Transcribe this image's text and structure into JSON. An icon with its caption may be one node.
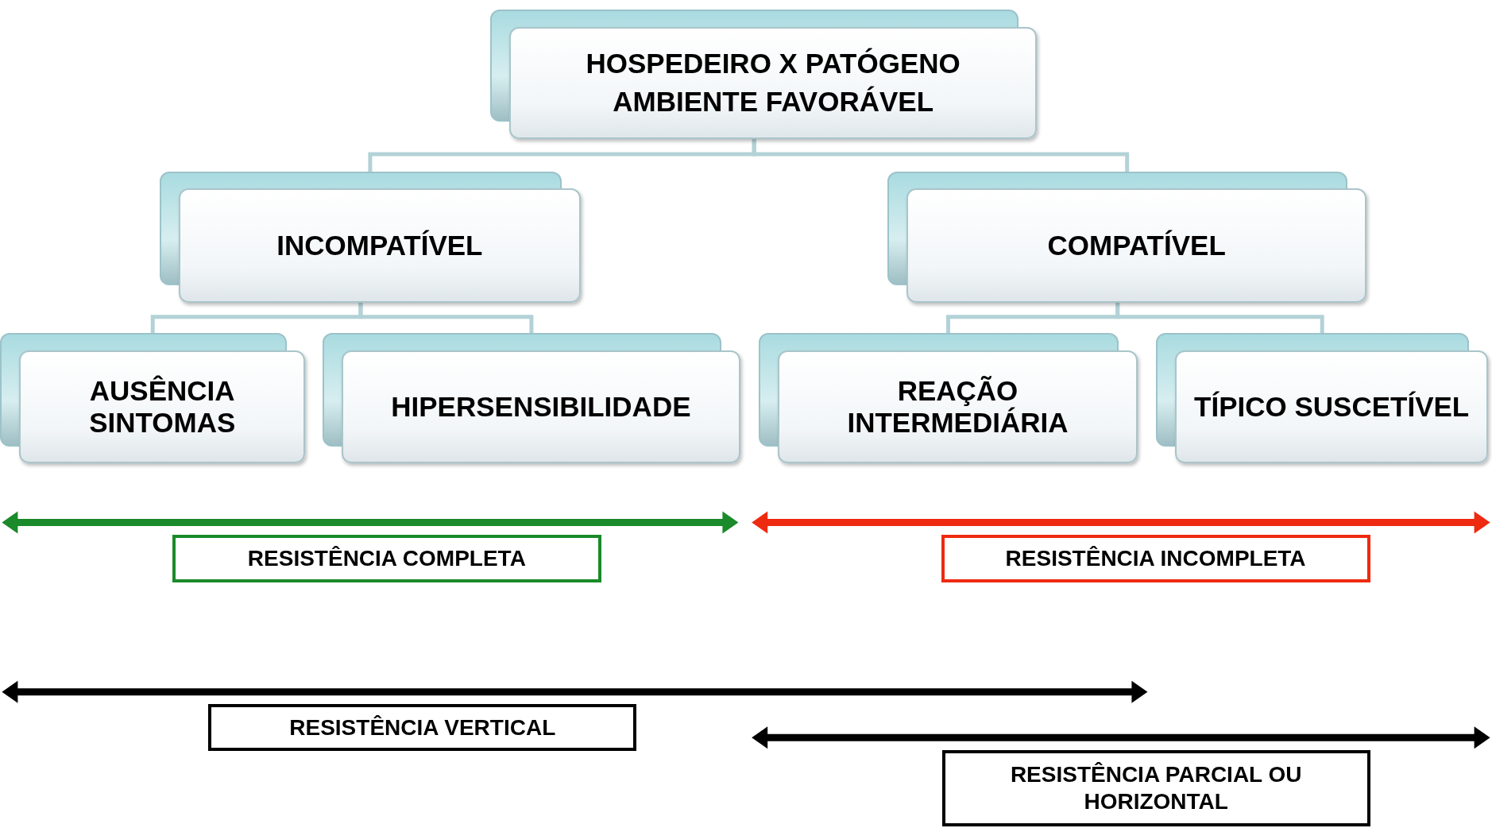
{
  "diagram": {
    "nodes": [
      {
        "text": [
          "HOSPEDEIRO X PATÓGENO",
          "AMBIENTE FAVORÁVEL"
        ]
      },
      {
        "text": [
          "INCOMPATÍVEL"
        ]
      },
      {
        "text": [
          "COMPATÍVEL"
        ]
      },
      {
        "text": [
          "AUSÊNCIA SINTOMAS"
        ]
      },
      {
        "text": [
          "HIPERSENSIBILIDADE"
        ]
      },
      {
        "text": [
          "REAÇÃO INTERMEDIÁRIA"
        ]
      },
      {
        "text": [
          "TÍPICO SUSCETÍVEL"
        ]
      },
      {
        "text": [
          "RESISTÊNCIA COMPLETA"
        ]
      },
      {
        "text": [
          "RESISTÊNCIA INCOMPLETA"
        ]
      },
      {
        "text": [
          "RESISTÊNCIA VERTICAL"
        ]
      },
      {
        "text": [
          "RESISTÊNCIA PARCIAL OU HORIZONTAL"
        ]
      }
    ],
    "edges": [
      {
        "from": 0,
        "to": 1,
        "arrow": "none"
      },
      {
        "from": 0,
        "to": 2,
        "arrow": "none"
      },
      {
        "from": 1,
        "to": 3,
        "arrow": "none"
      },
      {
        "from": 1,
        "to": 4,
        "arrow": "none"
      },
      {
        "from": 2,
        "to": 5,
        "arrow": "none"
      },
      {
        "from": 2,
        "to": 6,
        "arrow": "none"
      }
    ]
  }
}
